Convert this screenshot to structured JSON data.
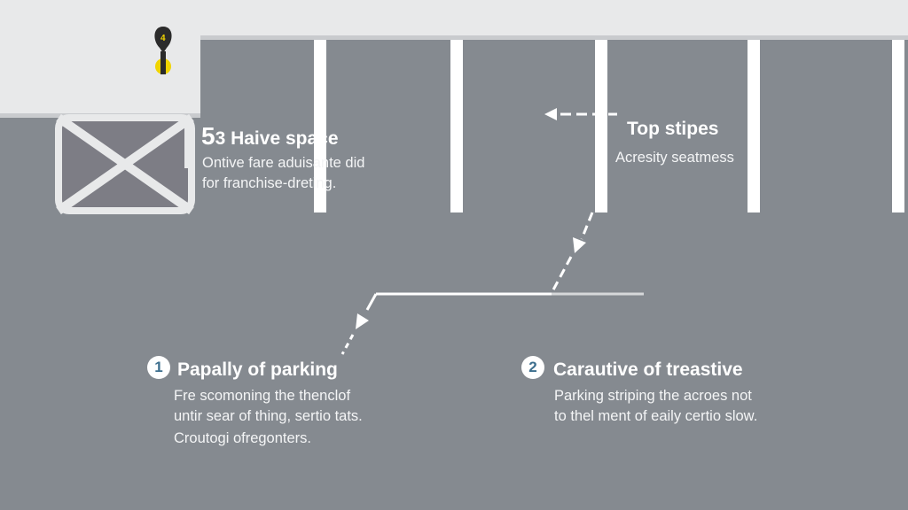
{
  "marker": {
    "number": "4"
  },
  "callout_top_left": {
    "title_lead": "5",
    "title_rest": "3 Haive space",
    "lines": [
      "Ontive fare aduisante did",
      "for franchise-dreting."
    ]
  },
  "callout_top_right": {
    "title": "Top stipes",
    "subtitle": "Acresity seatmess"
  },
  "step_1": {
    "number": "1",
    "title": "Papally of parking",
    "lines": [
      "Fre scomoning the thenclof",
      "untir sear of thing, sertio tats.",
      "Croutogi ofregonters."
    ]
  },
  "step_2": {
    "number": "2",
    "title": "Carautive of treastive",
    "lines": [
      "Parking striping the acroes not",
      "to thel ment of eaily certio slow."
    ]
  },
  "colors": {
    "asphalt": "#858a90",
    "curb": "#e8e9ea",
    "stripe": "#ffffff",
    "hatched_box": "#7d7d85",
    "marker": "#f0d400",
    "badge_text": "#3d6f8e"
  }
}
